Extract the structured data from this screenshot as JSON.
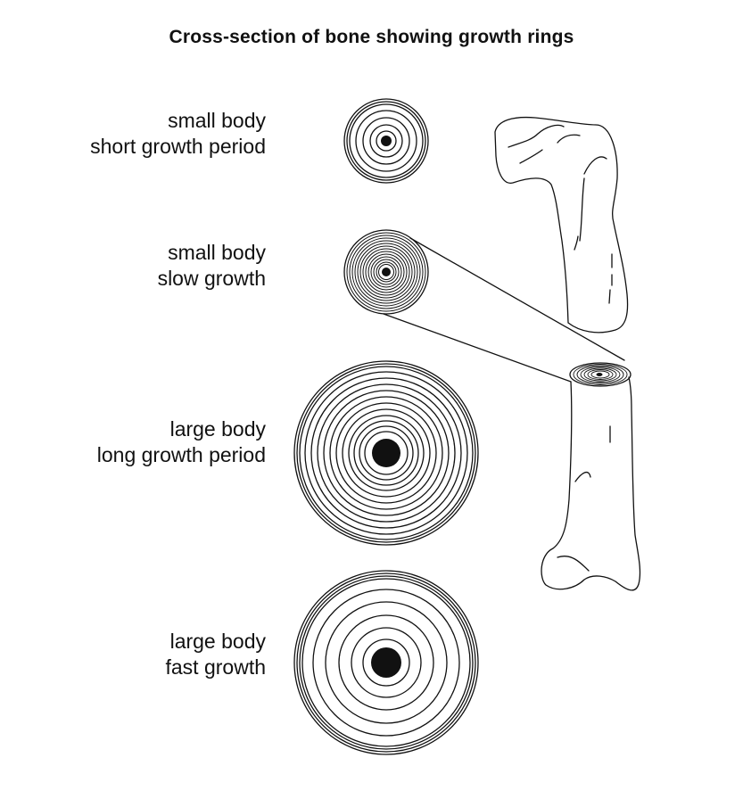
{
  "title": "Cross-section of bone showing growth rings",
  "rows": [
    {
      "line1": "small body",
      "line2": "short growth period"
    },
    {
      "line1": "small body",
      "line2": "slow growth"
    },
    {
      "line1": "large body",
      "line2": "long growth period"
    },
    {
      "line1": "large body",
      "line2": "fast growth"
    }
  ],
  "colors": {
    "ink": "#111111",
    "background": "#ffffff"
  }
}
